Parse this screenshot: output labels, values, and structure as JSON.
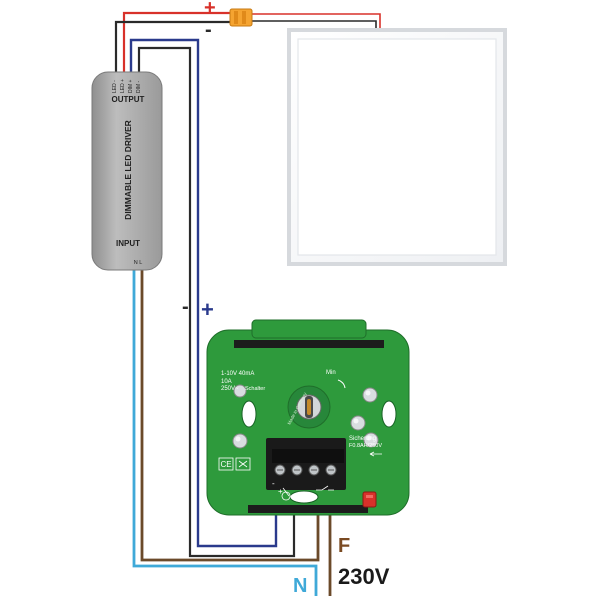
{
  "polarity": {
    "top_plus": "+",
    "top_minus": "-",
    "dimmer_minus": "-",
    "dimmer_plus": "+"
  },
  "driver": {
    "output_pins": [
      "LED -",
      "LED +",
      "DIM +",
      "DIM -"
    ],
    "output_label": "OUTPUT",
    "title": "DIMMABLE LED DRIVER",
    "input_label": "INPUT",
    "input_pins": "N  L"
  },
  "dimmer": {
    "spec_line1": "1-10V  40mA",
    "spec_line2": "10A",
    "spec_line3": "250V~",
    "switch_label": "Schalter",
    "min_label": "Min",
    "made_in": "Made in Germany",
    "fuse_label": "Sicherung",
    "fuse_rating": "F0.8AH/250V",
    "ce_mark": "CE",
    "terminal_minus": "-",
    "terminal_plus": "+"
  },
  "supply": {
    "f_label": "F",
    "n_label": "N",
    "voltage_label": "230V"
  },
  "colors": {
    "red_wire": "#d8312a",
    "black_wire": "#2a2a2a",
    "blue_wire": "#2a3a8c",
    "brown_wire": "#6b4a2a",
    "light_blue_wire": "#3fa9d8",
    "pcb_green": "#2e9a3c",
    "connector_orange": "#f5a431",
    "driver_gray": "#a6a6a6"
  }
}
